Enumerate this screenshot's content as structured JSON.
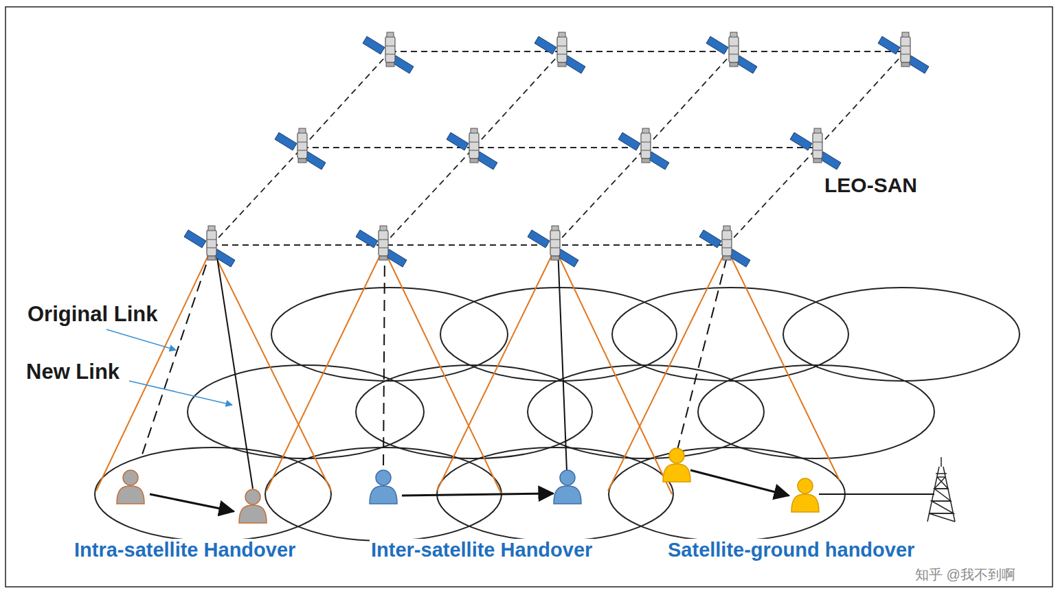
{
  "diagram": {
    "labels": [
      "LEO-SAN",
      "Original Link",
      "New Link",
      "Intra-satellite Handover",
      "Inter-satellite Handover",
      "Satellite-ground handover",
      "知乎 @我不到啊"
    ]
  }
}
